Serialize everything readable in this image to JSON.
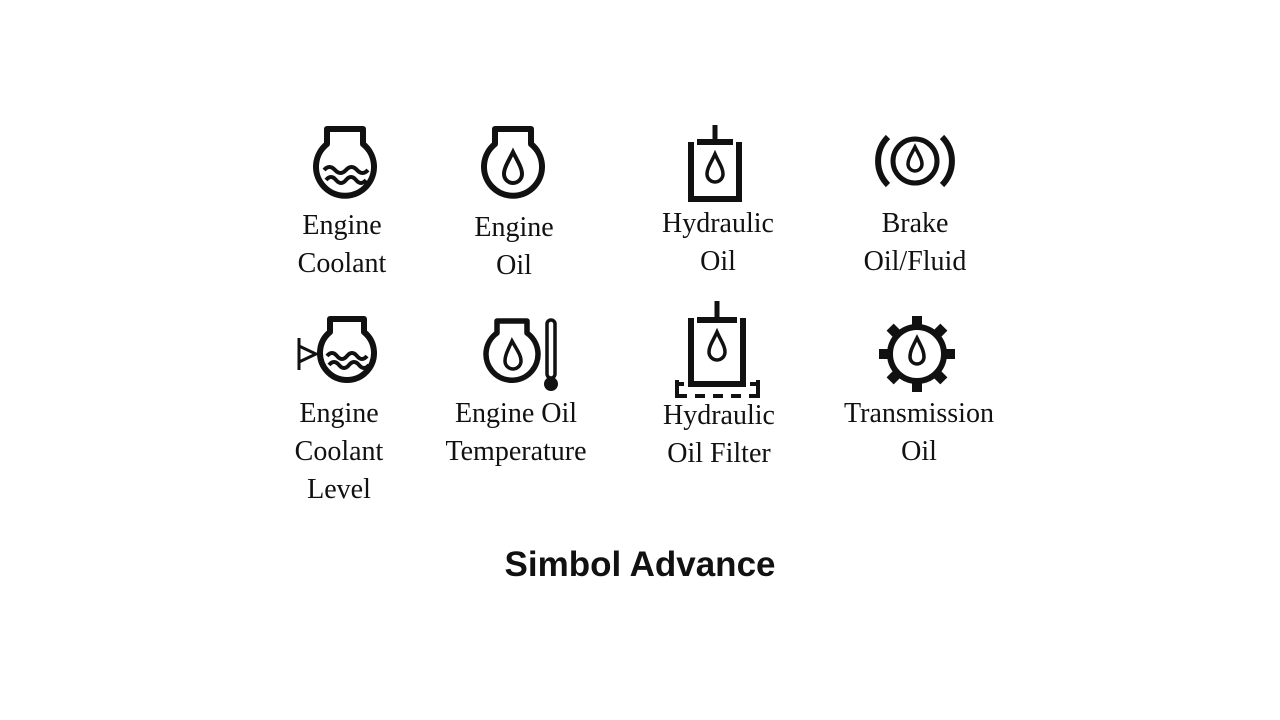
{
  "caption": "Simbol Advance",
  "symbols": [
    {
      "icon": "engine-coolant-icon",
      "label": [
        "Engine",
        "Coolant"
      ]
    },
    {
      "icon": "engine-oil-icon",
      "label": [
        "Engine",
        "Oil"
      ]
    },
    {
      "icon": "hydraulic-oil-icon",
      "label": [
        "Hydraulic",
        "Oil"
      ]
    },
    {
      "icon": "brake-fluid-icon",
      "label": [
        "Brake",
        "Oil/Fluid"
      ]
    },
    {
      "icon": "engine-coolant-level-icon",
      "label": [
        "Engine",
        "Coolant",
        "Level"
      ]
    },
    {
      "icon": "engine-oil-temperature-icon",
      "label": [
        "Engine Oil",
        "Temperature"
      ]
    },
    {
      "icon": "hydraulic-oil-filter-icon",
      "label": [
        "Hydraulic",
        "Oil Filter"
      ]
    },
    {
      "icon": "transmission-oil-icon",
      "label": [
        "Transmission",
        "Oil"
      ]
    }
  ]
}
